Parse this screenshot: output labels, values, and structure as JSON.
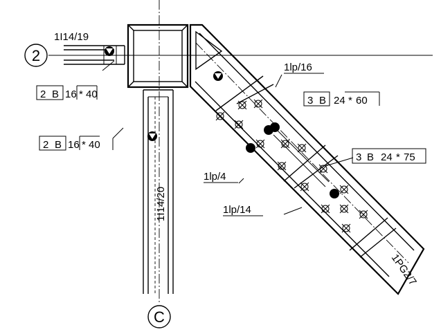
{
  "axes": {
    "grid_2": "2",
    "grid_c": "C"
  },
  "labels": {
    "beam_top_left": "1I14/19",
    "bolt_top_left": {
      "prefix": "2",
      "grade": "B",
      "size": "16",
      "len": "40"
    },
    "bolt_left_mid": {
      "prefix": "2",
      "grade": "B",
      "size": "16",
      "len": "40"
    },
    "plate_16": "1lp/16",
    "bolt_3b_60": {
      "prefix": "3",
      "grade": "B",
      "size": "24",
      "len": "60"
    },
    "bolt_3b_75": {
      "prefix": "3",
      "grade": "B",
      "size": "24",
      "len": "75"
    },
    "plate_4": "1lp/4",
    "plate_14": "1lp/14",
    "column_vert": "1I14/20",
    "girder_diag": "1PG2/7"
  }
}
